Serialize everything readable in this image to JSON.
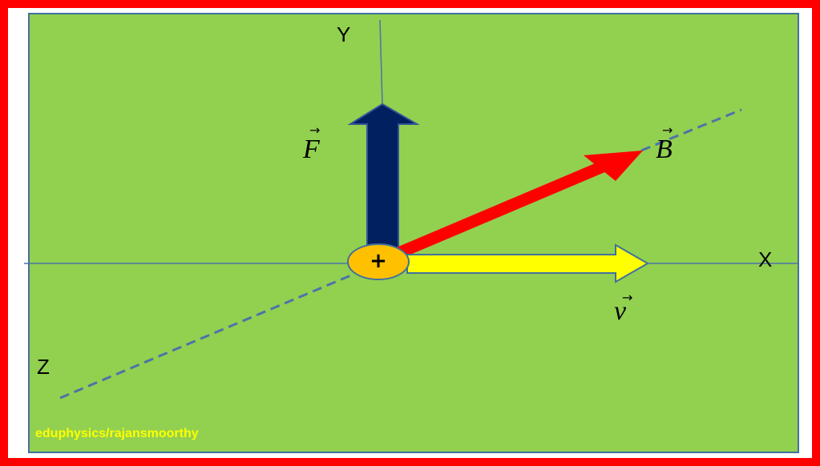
{
  "axes": {
    "x_label": "X",
    "y_label": "Y",
    "z_label": "Z"
  },
  "vectors": {
    "force": {
      "symbol": "F",
      "color": "#002060"
    },
    "field": {
      "symbol": "B",
      "color": "#ff0000"
    },
    "velocity": {
      "symbol": "v",
      "color": "#ffff00"
    }
  },
  "charge": {
    "symbol": "+",
    "color": "#ffc000"
  },
  "arrow_accent": "→",
  "watermark": "eduphysics/rajansmoorthy",
  "colors": {
    "frame": "#ff0000",
    "background": "#92d050",
    "axis": "#4472c4"
  }
}
